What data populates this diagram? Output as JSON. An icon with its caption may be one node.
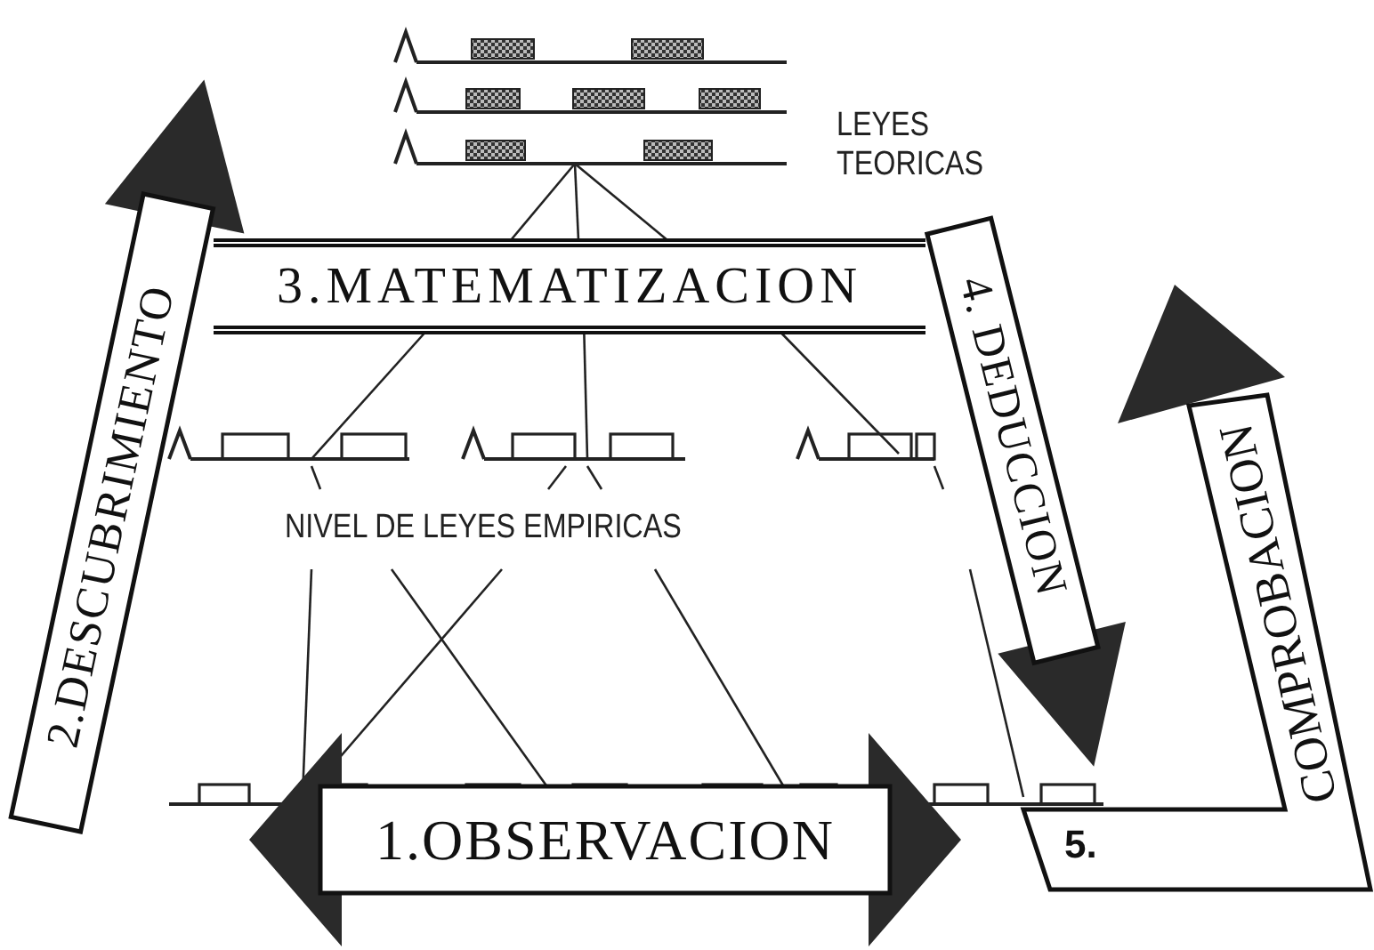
{
  "diagram": {
    "nodes": [
      {
        "text": [
          "2.DESCUBRIMIENTO"
        ]
      },
      {
        "text": [
          "3.MATEMATIZACION"
        ]
      },
      {
        "text": [
          "4. DEDUCCION"
        ]
      },
      {
        "text": [
          "5.",
          "COMPROBACION"
        ]
      },
      {
        "text": [
          "1.OBSERVACION"
        ]
      }
    ],
    "labels": [
      "LEYES TEORICAS",
      "NIVEL DE LEYES EMPIRICAS"
    ]
  }
}
